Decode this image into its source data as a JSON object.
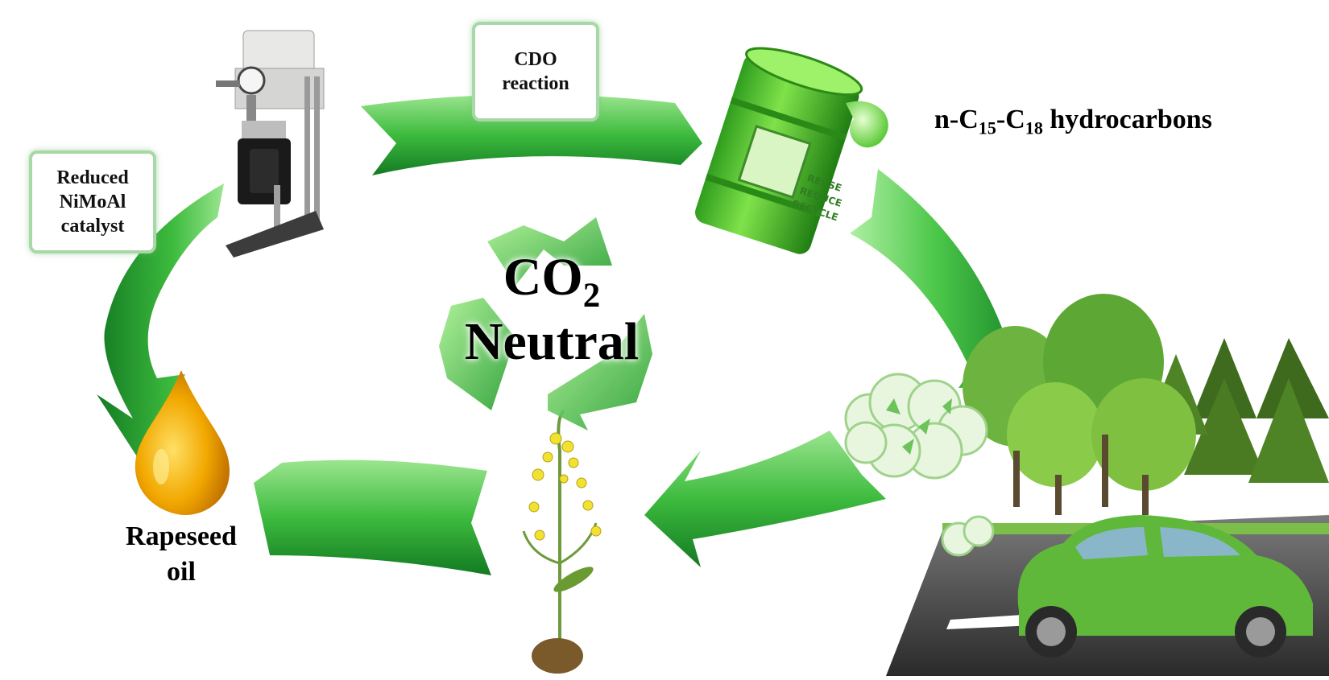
{
  "labels": {
    "cdo_line1": "CDO",
    "cdo_line2": "reaction",
    "catalyst_line1": "Reduced",
    "catalyst_line2": "NiMoAl",
    "catalyst_line3": "catalyst",
    "oil_line1": "Rapeseed",
    "oil_line2": "oil",
    "hydrocarbons_prefix": "n-C",
    "hydrocarbons_sub1": "15",
    "hydrocarbons_mid": "-C",
    "hydrocarbons_sub2": "18",
    "hydrocarbons_suffix": " hydrocarbons",
    "co2_main": "CO",
    "co2_sub": "2",
    "neutral": "Neutral"
  },
  "barrel_stencil": [
    "REUSE",
    "REDUCE",
    "RECYCLE"
  ],
  "icons": [
    "reactor-icon",
    "barrel-icon",
    "oil-drop-icon",
    "rapeseed-plant-icon",
    "recycle-icon",
    "forest-icon",
    "leaf-car-icon",
    "exhaust-cloud-icon"
  ],
  "colors": {
    "arrow_dark": "#1e8a2a",
    "arrow_light": "#8ee08a",
    "box_border": "#a8d8a6",
    "oil": "#f0a800"
  }
}
